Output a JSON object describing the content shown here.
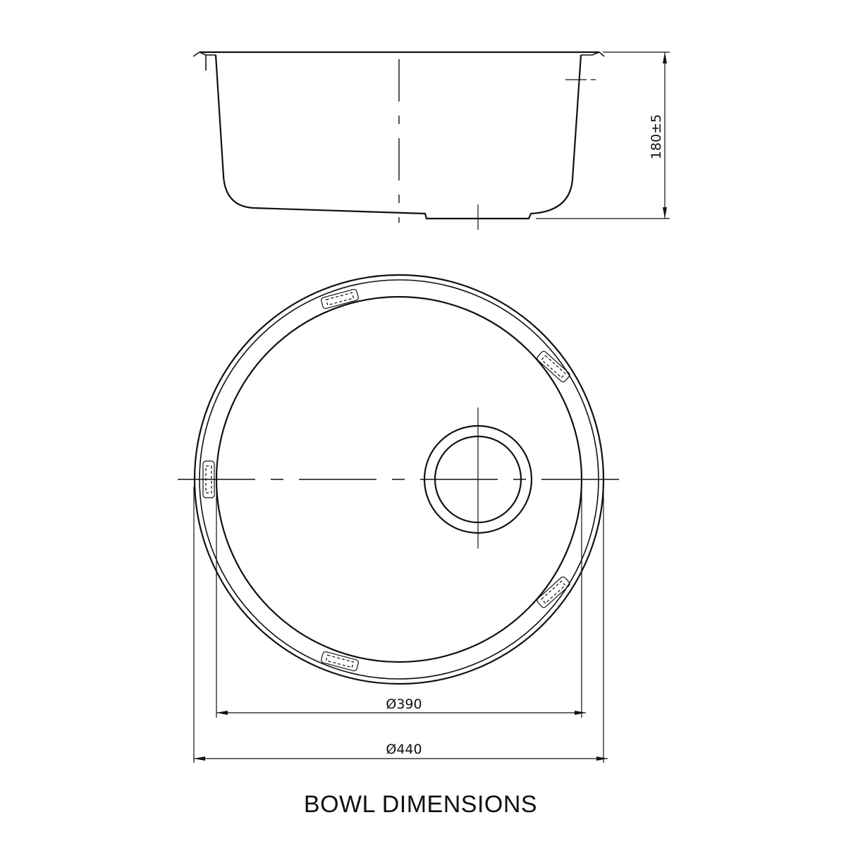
{
  "dimensions": {
    "height_label": "180±5",
    "inner_diameter_label": "Ø390",
    "outer_diameter_label": "Ø440"
  },
  "caption": "BOWL DIMENSIONS"
}
